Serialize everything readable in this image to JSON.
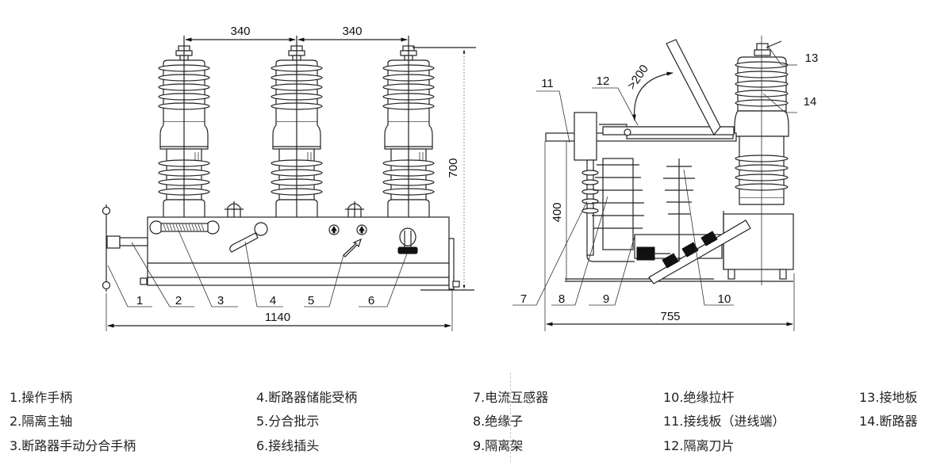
{
  "front_view": {
    "dimensions": {
      "pole_spacing_left": "340",
      "pole_spacing_right": "340",
      "height": "700",
      "overall_width": "1140"
    },
    "callouts": [
      "1",
      "2",
      "3",
      "4",
      "5",
      "6"
    ]
  },
  "side_view": {
    "dimensions": {
      "clearance": ">200",
      "height": "400",
      "overall_width": "755"
    },
    "callouts": [
      "7",
      "8",
      "9",
      "10",
      "11",
      "12",
      "13",
      "14"
    ]
  },
  "legend": [
    {
      "num": "1.",
      "label": "操作手柄"
    },
    {
      "num": "2.",
      "label": "隔离主轴"
    },
    {
      "num": "3.",
      "label": "断路器手动分合手柄"
    },
    {
      "num": "4.",
      "label": "断路器储能受柄"
    },
    {
      "num": "5.",
      "label": "分合批示"
    },
    {
      "num": "6.",
      "label": "接线插头"
    },
    {
      "num": "7.",
      "label": "电流互感器"
    },
    {
      "num": "8.",
      "label": "绝缘子"
    },
    {
      "num": "9.",
      "label": "隔离架"
    },
    {
      "num": "10.",
      "label": "绝缘拉杆"
    },
    {
      "num": "11.",
      "label": "接线板（进线端）"
    },
    {
      "num": "12.",
      "label": "隔离刀片"
    },
    {
      "num": "13.",
      "label": "接地板"
    },
    {
      "num": "14.",
      "label": "断路器"
    }
  ]
}
